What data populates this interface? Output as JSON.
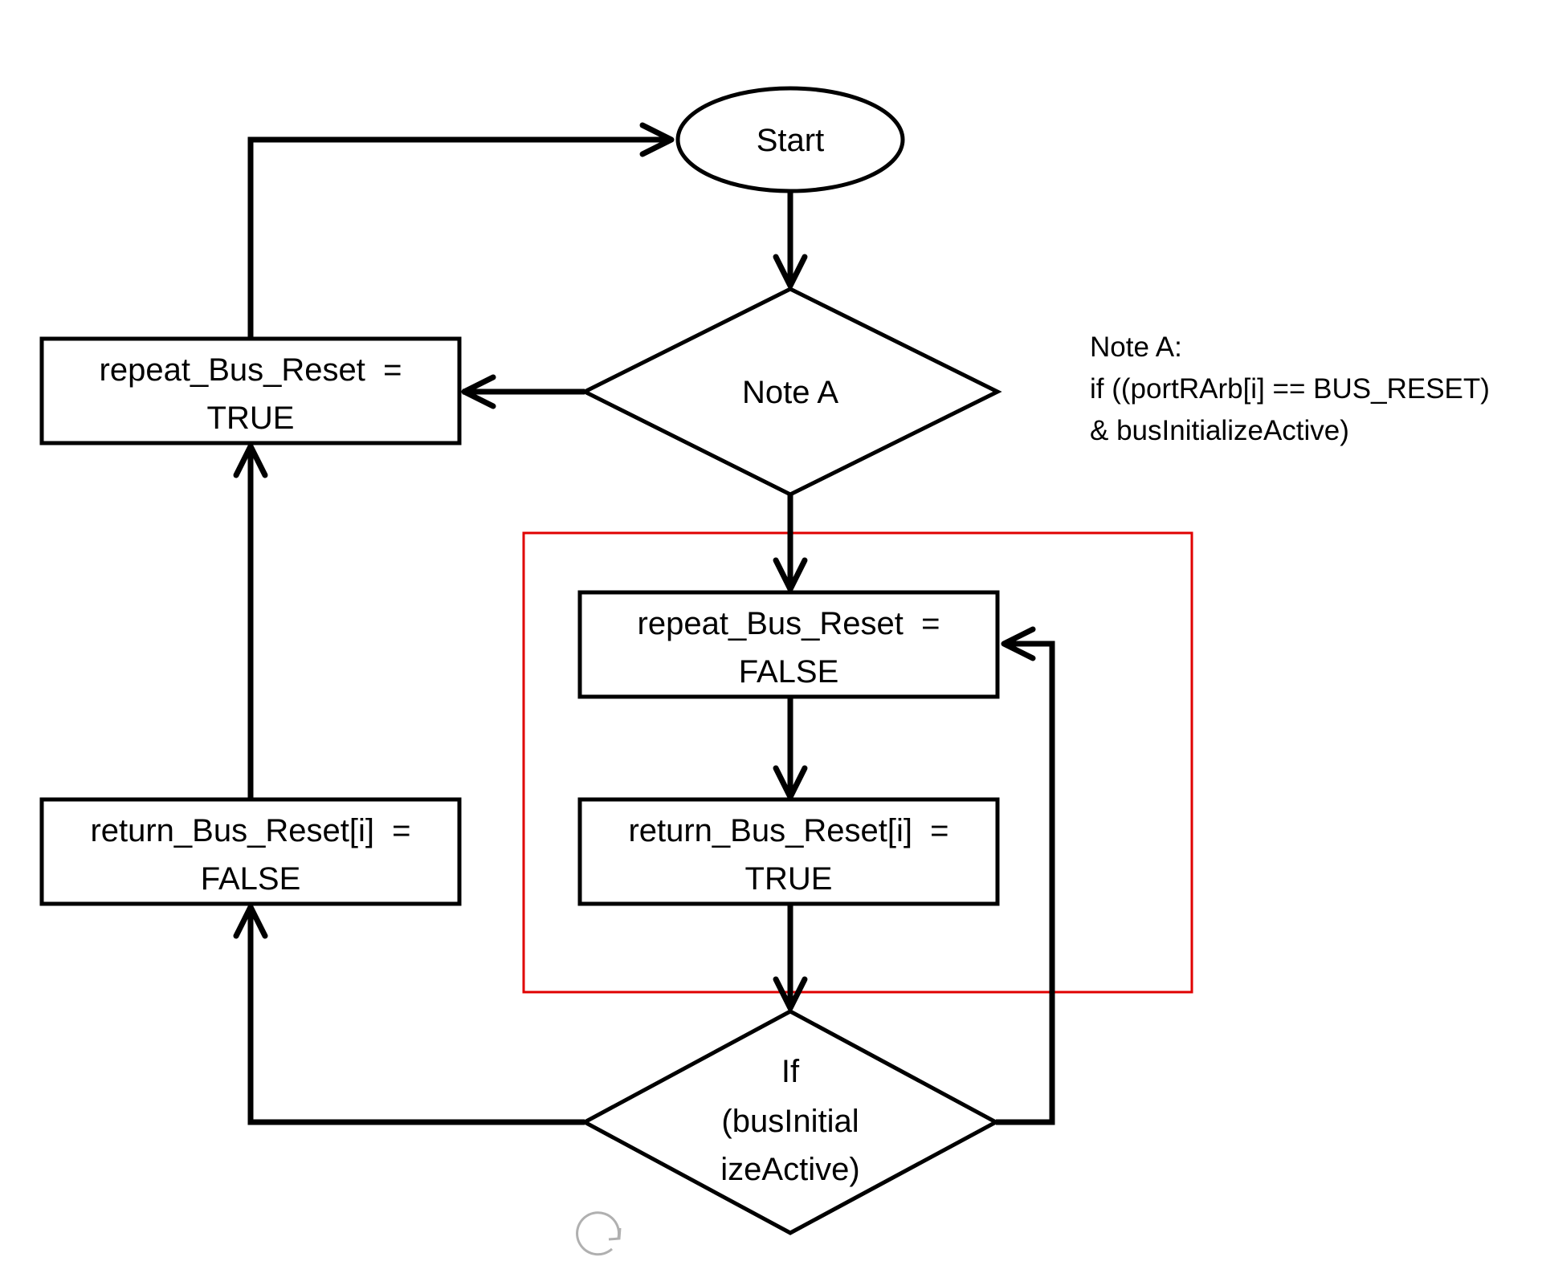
{
  "colors": {
    "ink": "#000000",
    "highlight": "#e00000",
    "handle": "#b0b0b0"
  },
  "nodes": {
    "start": {
      "line1": "Start"
    },
    "decision_a": {
      "line1": "Note A"
    },
    "left_top": {
      "line1": "repeat_Bus_Reset  =",
      "line2": "TRUE"
    },
    "left_bottom": {
      "line1": "return_Bus_Reset[i]  =",
      "line2": "FALSE"
    },
    "mid_top": {
      "line1": "repeat_Bus_Reset  =",
      "line2": "FALSE"
    },
    "mid_bottom": {
      "line1": "return_Bus_Reset[i]  =",
      "line2": "TRUE"
    },
    "decision_b": {
      "line1": "If",
      "line2": "(busInitial",
      "line3": "izeActive)"
    }
  },
  "note": {
    "line1": "Note A:",
    "line2": "if ((portRArb[i] == BUS_RESET)",
    "line3": "& busInitializeActive)"
  },
  "icons": {
    "rotate_handle": "rotate-icon"
  }
}
